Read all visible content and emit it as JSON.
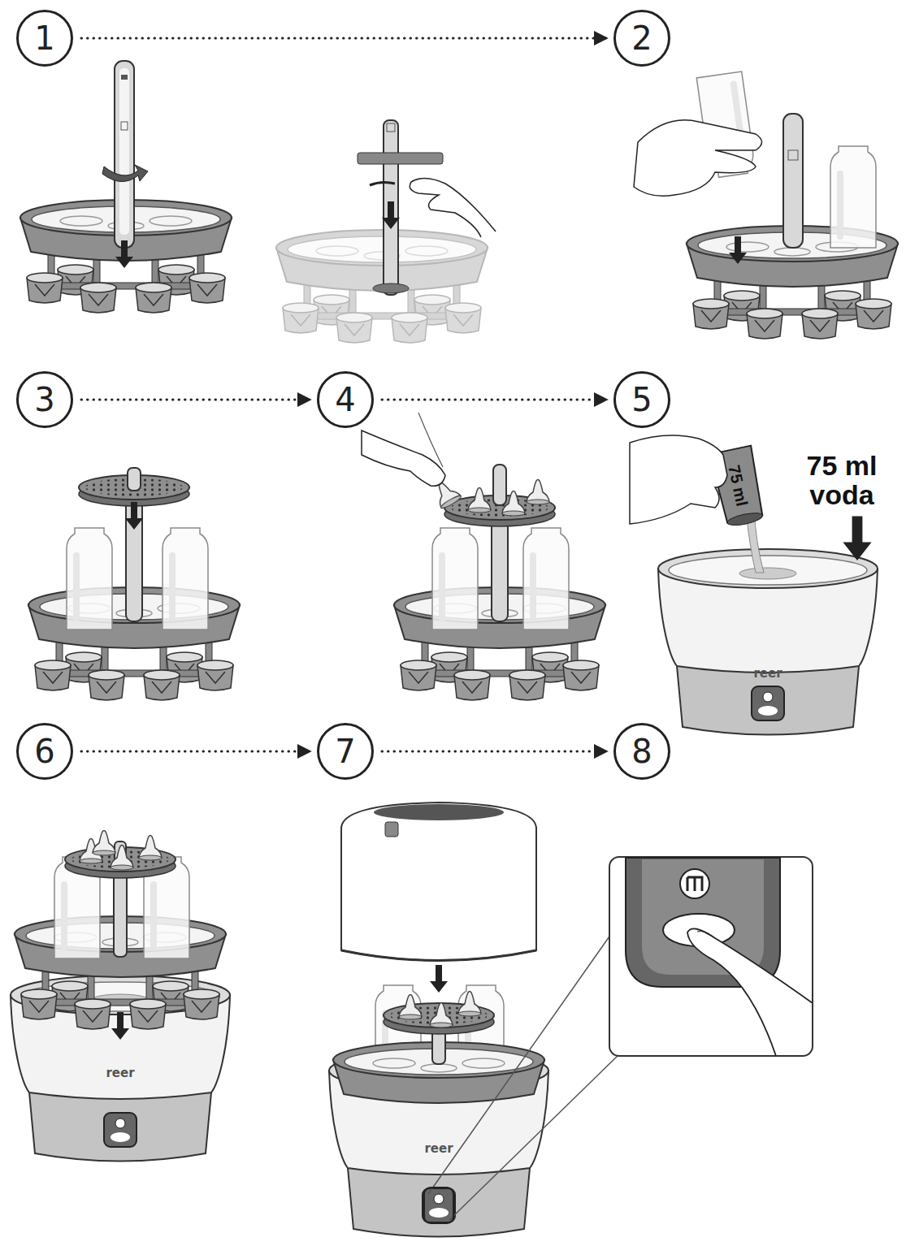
{
  "diagram": {
    "nodes": [
      {
        "text": [
          "1"
        ]
      },
      {
        "text": [
          "2"
        ]
      },
      {
        "text": [
          "3"
        ]
      },
      {
        "text": [
          "4"
        ]
      },
      {
        "text": [
          "5"
        ]
      },
      {
        "text": [
          "6"
        ]
      },
      {
        "text": [
          "7"
        ]
      },
      {
        "text": [
          "8"
        ]
      }
    ],
    "edges": [
      {
        "from": 0,
        "to": 1,
        "arrow": "to"
      },
      {
        "from": 2,
        "to": 3,
        "arrow": "to"
      },
      {
        "from": 3,
        "to": 4,
        "arrow": "to"
      },
      {
        "from": 5,
        "to": 6,
        "arrow": "to"
      },
      {
        "from": 6,
        "to": 7,
        "arrow": "to"
      }
    ],
    "labels": [
      "75 ml",
      "75 ml voda",
      "reer",
      "reer",
      "reer"
    ]
  }
}
